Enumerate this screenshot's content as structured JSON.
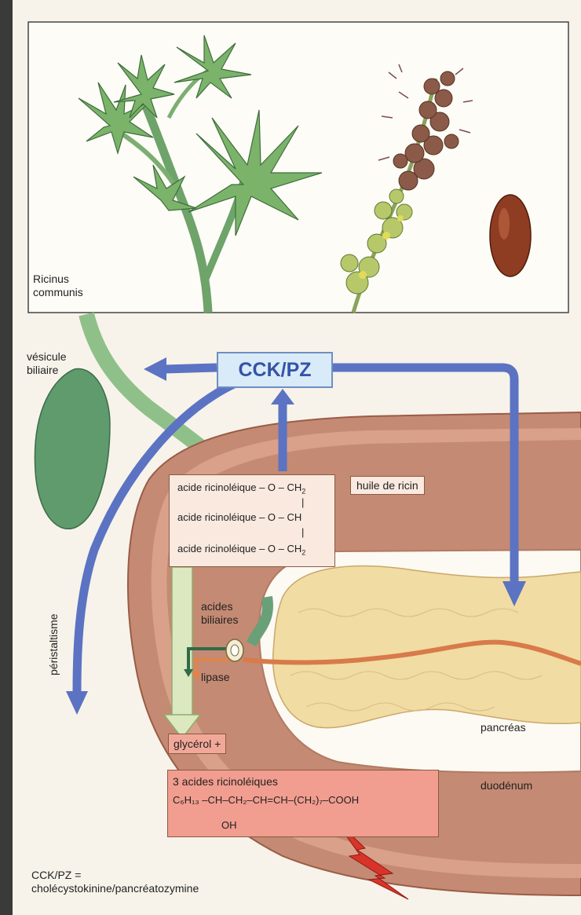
{
  "labels": {
    "plant": "Ricinus\ncommunis",
    "plant_line1": "Ricinus",
    "plant_line2": "communis",
    "vesicule_line1": "vésicule",
    "vesicule_line2": "biliaire",
    "hormone": "CCK/PZ",
    "peristaltisme": "péristaltisme",
    "huile": "huile de ricin",
    "acides_biliaires_line1": "acides",
    "acides_biliaires_line2": "biliaires",
    "lipase": "lipase",
    "glycerol": "glycérol +",
    "pancreas": "pancréas",
    "duodenum": "duodénum",
    "footnote_line1": "CCK/PZ =",
    "footnote_line2": "cholécystokinine/pancréatozymine"
  },
  "triglyceride": {
    "row1": "acide ricinoléique – O – CH",
    "row2": "acide ricinoléique – O – CH",
    "row3": "acide ricinoléique – O – CH",
    "sub": "2",
    "bar": "|"
  },
  "ricinoleic": {
    "title": "3 acides ricinoléiques",
    "formula": "C₆H₁₃ –CH–CH₂–CH=CH–(CH₂)₇–COOH",
    "oh": "OH"
  },
  "colors": {
    "arrow_blue": "#5b73c2",
    "duodenum": "#c98e78",
    "pancreas": "#f0dca2",
    "gallbladder": "#4e8a60",
    "irritation": "#d8342a"
  }
}
